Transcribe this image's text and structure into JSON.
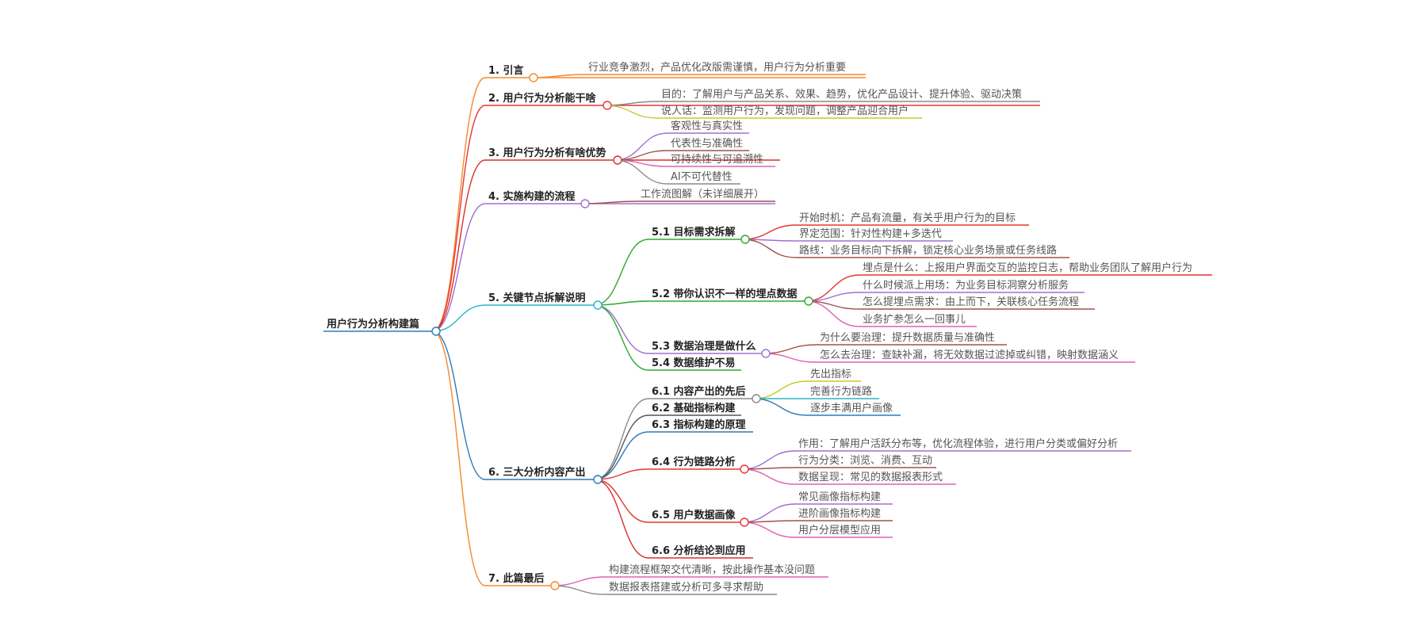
{
  "mindmap": {
    "root": {
      "id": "root",
      "label": "用户行为分析构建篇"
    },
    "nodes": [
      {
        "id": "n1",
        "parent": "root",
        "label": "1. 引言",
        "color": "#f5892b",
        "bold": true
      },
      {
        "id": "n1a",
        "parent": "n1",
        "label": "行业竞争激烈，产品优化改版需谨慎，用户行为分析重要",
        "color": "#f5892b"
      },
      {
        "id": "n2",
        "parent": "root",
        "label": "2. 用户行为分析能干啥",
        "color": "#e8352f",
        "bold": true
      },
      {
        "id": "n2a",
        "parent": "n2",
        "label": "目的：了解用户与产品关系、效果、趋势，优化产品设计、提升体验、驱动决策",
        "color": "#8a8a8a"
      },
      {
        "id": "n2b",
        "parent": "n2",
        "label": "说人话：监测用户行为，发现问题，调整产品迎合用户",
        "color": "#c9c92b"
      },
      {
        "id": "n3",
        "parent": "root",
        "label": "3. 用户行为分析有啥优势",
        "color": "#d9302c",
        "bold": true
      },
      {
        "id": "n3a",
        "parent": "n3",
        "label": "客观性与真实性",
        "color": "#a070d0"
      },
      {
        "id": "n3b",
        "parent": "n3",
        "label": "代表性与准确性",
        "color": "#a0524d"
      },
      {
        "id": "n3c",
        "parent": "n3",
        "label": "可持续性与可追溯性",
        "color": "#e060b0"
      },
      {
        "id": "n3d",
        "parent": "n3",
        "label": "AI不可代替性",
        "color": "#8a8a8a"
      },
      {
        "id": "n4",
        "parent": "root",
        "label": "4. 实施构建的流程",
        "color": "#a070d0",
        "bold": true
      },
      {
        "id": "n4a",
        "parent": "n4",
        "label": "工作流图解（未详细展开）",
        "color": "#a0524d"
      },
      {
        "id": "n5",
        "parent": "root",
        "label": "5. 关键节点拆解说明",
        "color": "#28b8c8",
        "bold": true
      },
      {
        "id": "n51",
        "parent": "n5",
        "label": "5.1 目标需求拆解",
        "color": "#2ea82e",
        "bold": true
      },
      {
        "id": "n51a",
        "parent": "n51",
        "label": "开始时机：产品有流量，有关乎用户行为的目标",
        "color": "#e8352f"
      },
      {
        "id": "n51b",
        "parent": "n51",
        "label": "界定范围：针对性构建+多迭代",
        "color": "#a070d0"
      },
      {
        "id": "n51c",
        "parent": "n51",
        "label": "路线：业务目标向下拆解，锁定核心业务场景或任务线路",
        "color": "#a0524d"
      },
      {
        "id": "n52",
        "parent": "n5",
        "label": "5.2 带你认识不一样的埋点数据",
        "color": "#2ea82e",
        "bold": true
      },
      {
        "id": "n52a",
        "parent": "n52",
        "label": "埋点是什么：上报用户界面交互的监控日志，帮助业务团队了解用户行为",
        "color": "#e8352f"
      },
      {
        "id": "n52b",
        "parent": "n52",
        "label": "什么时候派上用场：为业务目标洞察分析服务",
        "color": "#a070d0"
      },
      {
        "id": "n52c",
        "parent": "n52",
        "label": "怎么提埋点需求：由上而下，关联核心任务流程",
        "color": "#a0524d"
      },
      {
        "id": "n52d",
        "parent": "n52",
        "label": "业务扩参怎么一回事儿",
        "color": "#e060b0"
      },
      {
        "id": "n53",
        "parent": "n5",
        "label": "5.3 数据治理是做什么",
        "color": "#a070d0",
        "bold": true
      },
      {
        "id": "n53a",
        "parent": "n53",
        "label": "为什么要治理：提升数据质量与准确性",
        "color": "#a0524d"
      },
      {
        "id": "n53b",
        "parent": "n53",
        "label": "怎么去治理：查缺补漏，将无效数据过滤掉或纠错，映射数据涵义",
        "color": "#e060b0"
      },
      {
        "id": "n54",
        "parent": "n5",
        "label": "5.4 数据维护不易",
        "color": "#2ea82e",
        "bold": true
      },
      {
        "id": "n6",
        "parent": "root",
        "label": "6. 三大分析内容产出",
        "color": "#2f7ab8",
        "bold": true
      },
      {
        "id": "n61",
        "parent": "n6",
        "label": "6.1 内容产出的先后",
        "color": "#8a8a8a",
        "bold": true
      },
      {
        "id": "n61a",
        "parent": "n61",
        "label": "先出指标",
        "color": "#c9c92b"
      },
      {
        "id": "n61b",
        "parent": "n61",
        "label": "完善行为链路",
        "color": "#28b8c8"
      },
      {
        "id": "n61c",
        "parent": "n61",
        "label": "逐步丰满用户画像",
        "color": "#2f7ab8"
      },
      {
        "id": "n62",
        "parent": "n6",
        "label": "6.2 基础指标构建",
        "color": "#555555",
        "bold": true
      },
      {
        "id": "n63",
        "parent": "n6",
        "label": "6.3 指标构建的原理",
        "color": "#2f7ab8",
        "bold": true
      },
      {
        "id": "n64",
        "parent": "n6",
        "label": "6.4 行为链路分析",
        "color": "#e8352f",
        "bold": true
      },
      {
        "id": "n64a",
        "parent": "n64",
        "label": "作用：了解用户活跃分布等，优化流程体验，进行用户分类或偏好分析",
        "color": "#a070d0"
      },
      {
        "id": "n64b",
        "parent": "n64",
        "label": "行为分类：浏览、消费、互动",
        "color": "#a0524d"
      },
      {
        "id": "n64c",
        "parent": "n64",
        "label": "数据呈现：常见的数据报表形式",
        "color": "#e060b0"
      },
      {
        "id": "n65",
        "parent": "n6",
        "label": "6.5 用户数据画像",
        "color": "#e8352f",
        "bold": true
      },
      {
        "id": "n65a",
        "parent": "n65",
        "label": "常见画像指标构建",
        "color": "#a070d0"
      },
      {
        "id": "n65b",
        "parent": "n65",
        "label": "进阶画像指标构建",
        "color": "#a0524d"
      },
      {
        "id": "n65c",
        "parent": "n65",
        "label": "用户分层模型应用",
        "color": "#e060b0"
      },
      {
        "id": "n66",
        "parent": "n6",
        "label": "6.6 分析结论到应用",
        "color": "#d9302c",
        "bold": true
      },
      {
        "id": "n7",
        "parent": "root",
        "label": "7. 此篇最后",
        "color": "#f5892b",
        "bold": true
      },
      {
        "id": "n7a",
        "parent": "n7",
        "label": "构建流程框架交代清晰，按此操作基本没问题",
        "color": "#e060b0"
      },
      {
        "id": "n7b",
        "parent": "n7",
        "label": "数据报表搭建或分析可多寻求帮助",
        "color": "#8a8a8a"
      }
    ]
  }
}
